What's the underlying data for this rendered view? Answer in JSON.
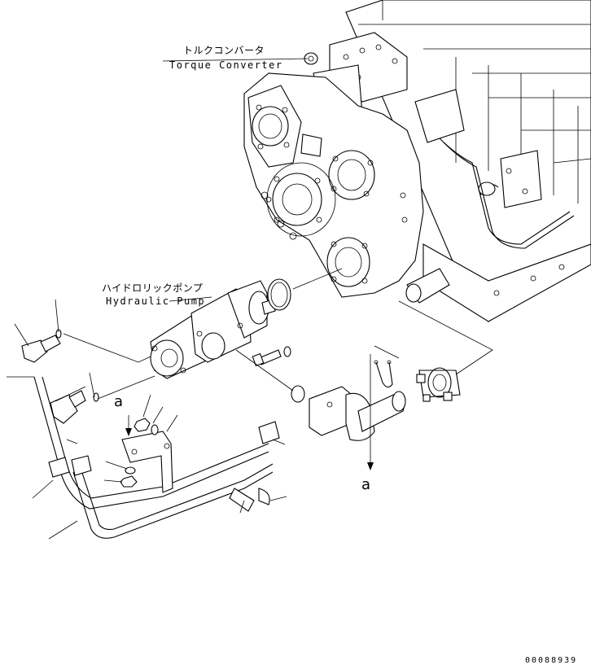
{
  "labels": {
    "torque_converter_jp": "トルクコンバータ",
    "torque_converter_en": "Torque Converter",
    "hydraulic_pump_jp": "ハイドロリックポンプ",
    "hydraulic_pump_en": "Hydraulic Pump",
    "callout_a_left": "a",
    "callout_a_right": "a",
    "document_id": "00088939"
  }
}
